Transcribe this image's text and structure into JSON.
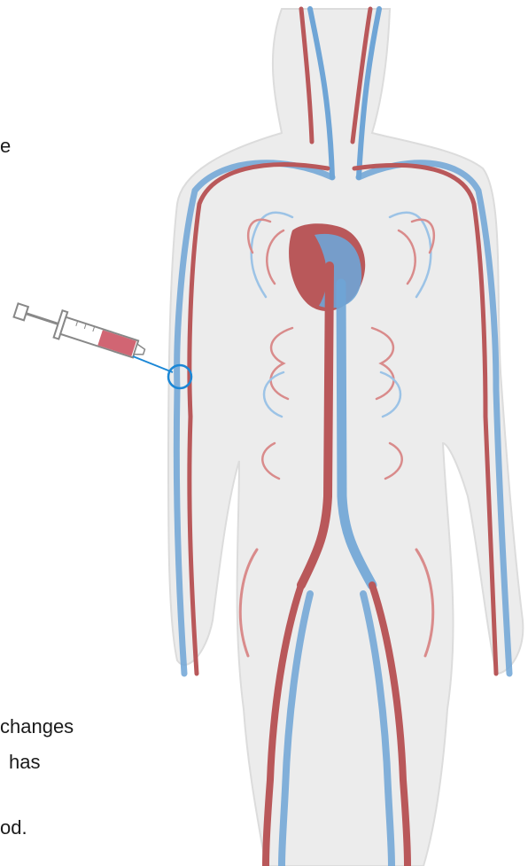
{
  "fragments": {
    "top_right": "e",
    "bottom_1": "changes",
    "bottom_2": "has",
    "bottom_3": "od."
  },
  "colors": {
    "artery": "#b9585a",
    "artery_light": "#d98b8b",
    "vein": "#6fa5d6",
    "vein_light": "#9cc3e6",
    "body": "#ececec",
    "body_edge": "#dcdcdc",
    "syringe_blood": "#c94a5a",
    "highlight_ring": "#1b87d6"
  },
  "icons": {
    "syringe": "syringe-icon",
    "heart": "heart-icon",
    "injection_site": "injection-site-ring"
  }
}
